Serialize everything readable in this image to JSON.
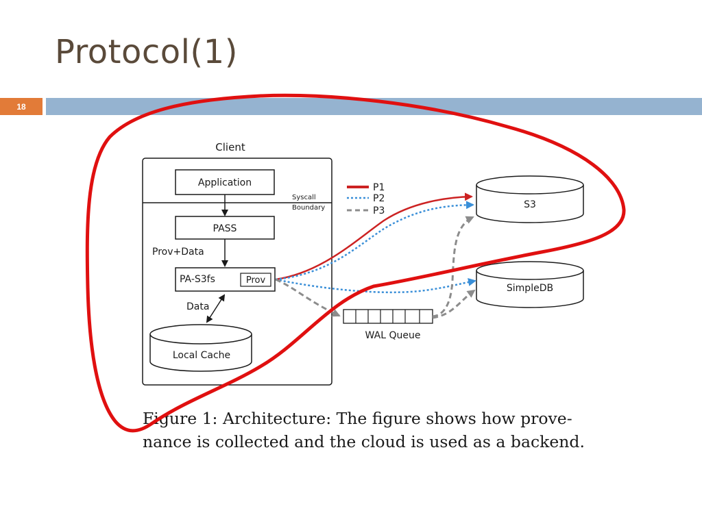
{
  "slide": {
    "title": "Protocol(1)",
    "number": "18",
    "accent_color": "#e27b38",
    "bar_color": "#95b3d0"
  },
  "diagram": {
    "client_label": "Client",
    "application_label": "Application",
    "syscall_label": "Syscall",
    "boundary_label": "Boundary",
    "pass_label": "PASS",
    "prov_data_label": "Prov+Data",
    "pa_s3fs_label": "PA-S3fs",
    "prov_label": "Prov",
    "data_label": "Data",
    "local_cache_label": "Local Cache",
    "s3_label": "S3",
    "simpledb_label": "SimpleDB",
    "wal_queue_label": "WAL Queue",
    "legend": [
      {
        "label": "P1",
        "color": "#cc2222",
        "style": "solid"
      },
      {
        "label": "P2",
        "color": "#3a8fd8",
        "style": "dotted"
      },
      {
        "label": "P3",
        "color": "#8c8c8c",
        "style": "dashed"
      }
    ]
  },
  "caption": {
    "line1": "Figure 1:  Architecture:  The figure shows how prove-",
    "line2": "nance is collected and the cloud is used as a backend."
  },
  "annotation": {
    "color": "#e01010"
  }
}
